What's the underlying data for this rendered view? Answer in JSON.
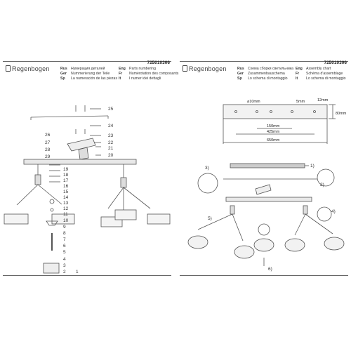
{
  "left_page": {
    "brand": "Regenbogen",
    "code": "725010306",
    "langs_col1": [
      {
        "code": "Rus",
        "text": "Нумерация деталей"
      },
      {
        "code": "Ger",
        "text": "Nummerierung der Teile"
      },
      {
        "code": "Sp",
        "text": "La numeración de las piezas"
      }
    ],
    "langs_col2": [
      {
        "code": "Eng",
        "text": "Parts numbering"
      },
      {
        "code": "Fr",
        "text": "Numérotation des composants"
      },
      {
        "code": "It",
        "text": "I numeri dei dettagli"
      }
    ],
    "part_numbers": [
      "25",
      "24",
      "23",
      "22",
      "21",
      "20",
      "26",
      "27",
      "28",
      "29",
      "19",
      "18",
      "17",
      "16",
      "15",
      "14",
      "13",
      "12",
      "11",
      "10",
      "9",
      "8",
      "7",
      "6",
      "5",
      "4",
      "3",
      "2",
      "1"
    ]
  },
  "right_page": {
    "brand": "Regenbogen",
    "code": "725010306",
    "langs_col1": [
      {
        "code": "Rus",
        "text": "Схема сборки светильника"
      },
      {
        "code": "Ger",
        "text": "Zusammenbauschema"
      },
      {
        "code": "Sp",
        "text": "Lo schema di montaggio"
      }
    ],
    "langs_col2": [
      {
        "code": "Eng",
        "text": "Assembly chart"
      },
      {
        "code": "Fr",
        "text": "Schéma d'assemblage"
      },
      {
        "code": "It",
        "text": "Lo schema di montaggio"
      }
    ],
    "dimensions": {
      "hole": "⌀10mm",
      "slot": "5mm",
      "depth": "12mm",
      "height": "80mm",
      "d150": "150mm",
      "d425": "425mm",
      "d650": "650mm"
    },
    "steps": [
      "1)",
      "2)",
      "3)",
      "4)",
      "5)",
      "6)"
    ]
  }
}
